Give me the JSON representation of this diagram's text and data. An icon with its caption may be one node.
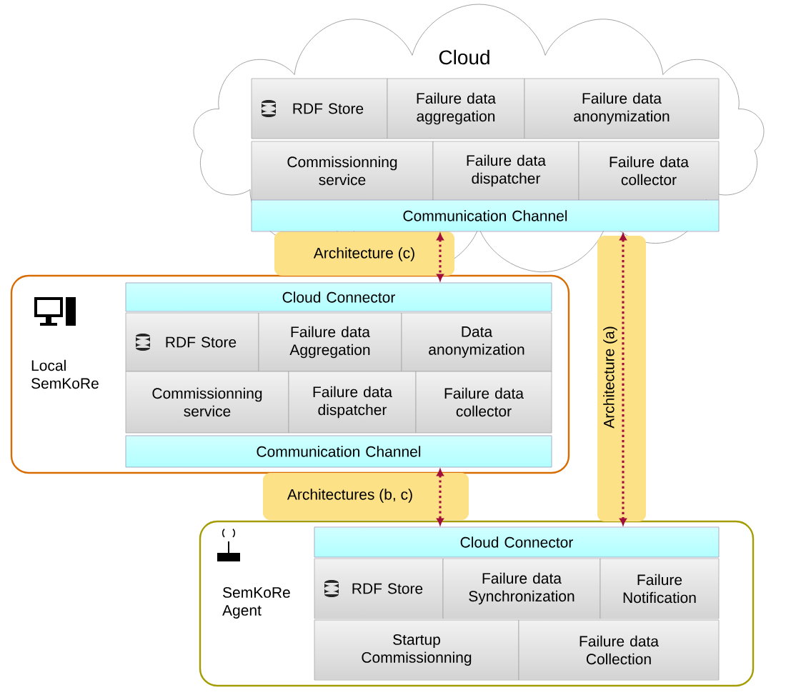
{
  "diagram": {
    "nodes": [
      {
        "text": [
          "Cloud"
        ]
      },
      {
        "text": [
          "RDF Store"
        ],
        "in": 0
      },
      {
        "text": [
          "Failure data aggregation"
        ],
        "in": 0
      },
      {
        "text": [
          "Failure data anonymization"
        ],
        "in": 0
      },
      {
        "text": [
          "Commissionning service"
        ],
        "in": 0
      },
      {
        "text": [
          "Failure data dispatcher"
        ],
        "in": 0
      },
      {
        "text": [
          "Failure data collector"
        ],
        "in": 0
      },
      {
        "text": [
          "Communication Channel"
        ],
        "in": 0
      },
      {
        "text": [
          "Local SemKoRe"
        ]
      },
      {
        "text": [
          "Cloud Connector"
        ],
        "in": 8
      },
      {
        "text": [
          "RDF Store"
        ],
        "in": 8
      },
      {
        "text": [
          "Failure data Aggregation"
        ],
        "in": 8
      },
      {
        "text": [
          "Data anonymization"
        ],
        "in": 8
      },
      {
        "text": [
          "Commissionning service"
        ],
        "in": 8
      },
      {
        "text": [
          "Failure data dispatcher"
        ],
        "in": 8
      },
      {
        "text": [
          "Failure data collector"
        ],
        "in": 8
      },
      {
        "text": [
          "Communication Channel"
        ],
        "in": 8
      },
      {
        "text": [
          "SemKoRe Agent"
        ]
      },
      {
        "text": [
          "Cloud Connector"
        ],
        "in": 17
      },
      {
        "text": [
          "RDF Store"
        ],
        "in": 17
      },
      {
        "text": [
          "Failure data Synchronization"
        ],
        "in": 17
      },
      {
        "text": [
          "Failure Notification"
        ],
        "in": 17
      },
      {
        "text": [
          "Startup Commissionning"
        ],
        "in": 17
      },
      {
        "text": [
          "Failure data Collection"
        ],
        "in": 17
      }
    ],
    "edges": [
      {
        "from": 7,
        "to": 9,
        "arrow": "both",
        "label": "Architecture (c)"
      },
      {
        "from": 16,
        "to": 18,
        "arrow": "both",
        "label": "Architectures (b, c)"
      },
      {
        "from": 7,
        "to": 18,
        "arrow": "both",
        "label": "Architecture (a)"
      }
    ]
  }
}
